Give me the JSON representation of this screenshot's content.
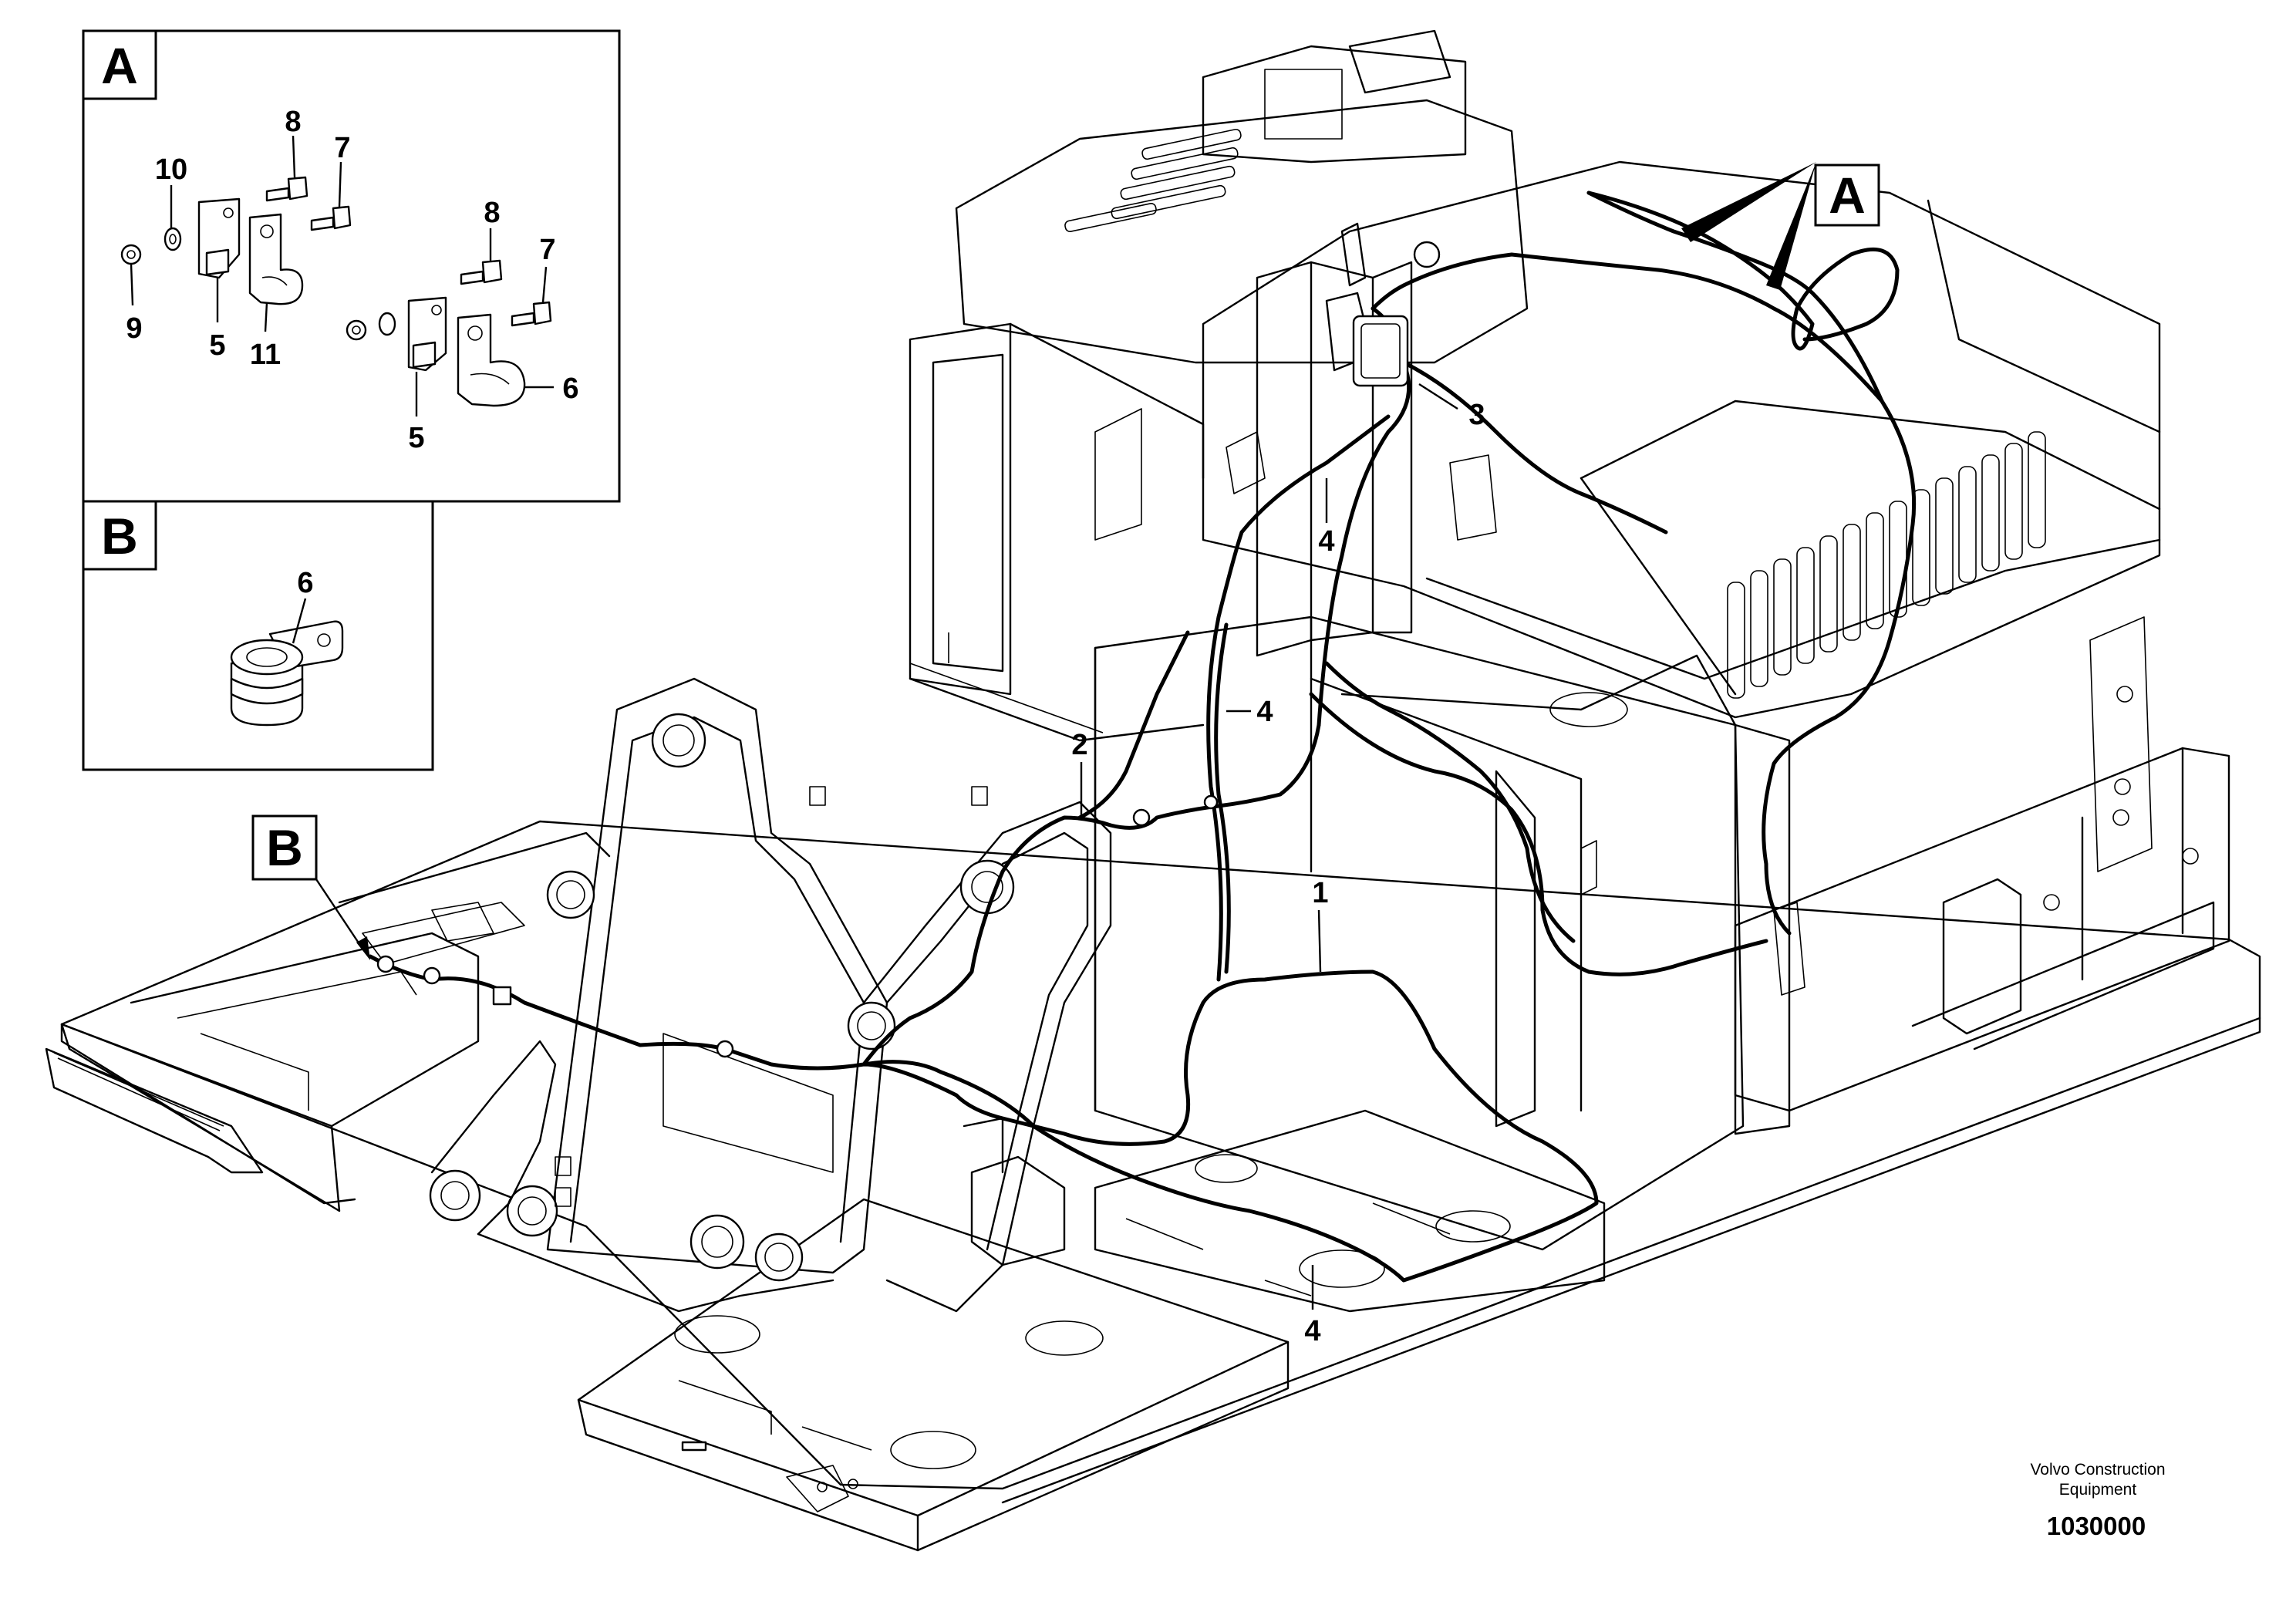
{
  "detail_views": [
    {
      "letter": "A",
      "items": [
        "8",
        "7",
        "10",
        "9",
        "5",
        "11",
        "8",
        "7",
        "6",
        "5"
      ]
    },
    {
      "letter": "B",
      "items": [
        "6"
      ]
    }
  ],
  "callouts": {
    "view_a": "A",
    "view_b": "B",
    "item_1": "1",
    "item_2": "2",
    "item_3": "3",
    "item_4_top": "4",
    "item_4_mid": "4",
    "item_4_bottom": "4"
  },
  "credit": {
    "line1": "Volvo Construction",
    "line2": "Equipment",
    "part_number": "1030000"
  }
}
